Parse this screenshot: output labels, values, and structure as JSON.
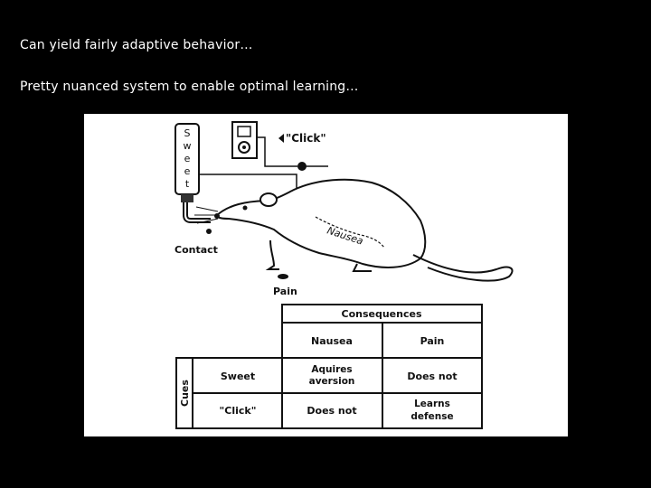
{
  "slide": {
    "line1": "Can yield fairly adaptive behavior…",
    "line2": "Pretty nuanced system to enable optimal learning…"
  },
  "figure": {
    "bottle_letters": [
      "S",
      "w",
      "e",
      "e",
      "t"
    ],
    "click_label": "\"Click\"",
    "nausea_label": "Nausea",
    "contact_label": "Contact",
    "pain_label": "Pain",
    "table": {
      "consequences_header": "Consequences",
      "cues_header": "Cues",
      "col_nausea": "Nausea",
      "col_pain": "Pain",
      "rows": [
        {
          "cue": "Sweet",
          "nausea_line1": "Aquires",
          "nausea_line2": "aversion",
          "pain": "Does not"
        },
        {
          "cue": "\"Click\"",
          "nausea": "Does not",
          "pain_line1": "Learns",
          "pain_line2": "defense"
        }
      ]
    }
  }
}
